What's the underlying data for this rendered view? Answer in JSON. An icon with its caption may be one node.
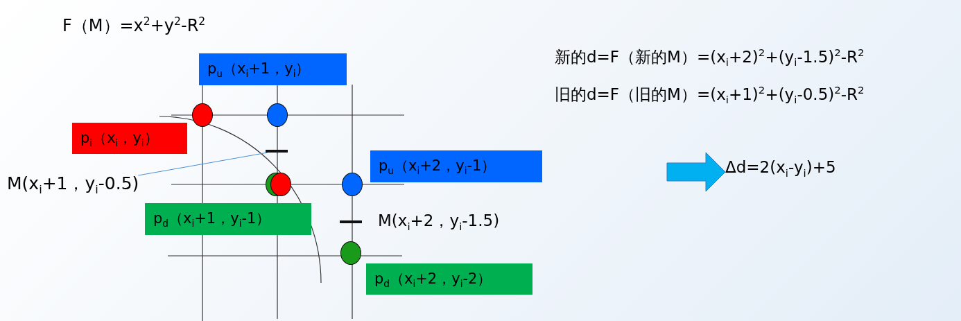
{
  "diagram": {
    "nodes": [
      {
        "text": [
          "p$_{u}$（x$_{i}$+1，y$_{i}$）"
        ]
      },
      {
        "text": [],
        "shape": "circle"
      },
      {
        "text": [],
        "shape": "circle"
      },
      {
        "text": [
          "p$_{i}$（x$_{i}$，y$_{i}$）"
        ]
      },
      {
        "text": [
          "M(x$_{i}$+1，y$_{i}$-0.5)"
        ]
      },
      {
        "text": [],
        "shape": "bar"
      },
      {
        "text": [],
        "shape": "circle"
      },
      {
        "text": [],
        "shape": "circle"
      },
      {
        "text": [],
        "shape": "circle"
      },
      {
        "text": [
          "p$_{u}$（x$_{i}$+2，y$_{i}$-1）"
        ]
      },
      {
        "text": [
          "p$_{d}$（x$_{i}$+1，y$_{i}$-1）"
        ]
      },
      {
        "text": [],
        "shape": "bar"
      },
      {
        "text": [],
        "shape": "circle"
      },
      {
        "text": [
          "p$_{d}$（x$_{i}$+2，y$_{i}$-2）"
        ]
      },
      {
        "text": [
          "Δd=2(x$_{i}$-y$_{i}$)+5"
        ]
      }
    ],
    "edges": [
      {
        "from": 4,
        "to": 5,
        "arrow": "none",
        "color": "#4a8fd6"
      },
      {
        "from": null,
        "to": 14,
        "arrow": "to",
        "style": "thick",
        "color": "#00b0f0"
      }
    ],
    "labels": [
      "F（M）=x$^{2}$+y$^{2}$-R$^{2}$",
      "新的d=F（新的M）=(x$_{i}$+2)$^{2}$+(y$_{i}$-1.5)$^{2}$-R$^{2}$",
      "旧的d=F（旧的M）=(x$_{i}$+1)$^{2}$+(y$_{i}$-0.5)$^{2}$-R$^{2}$",
      "M(x$_{i}$+2，y$_{i}$-1.5)"
    ]
  }
}
